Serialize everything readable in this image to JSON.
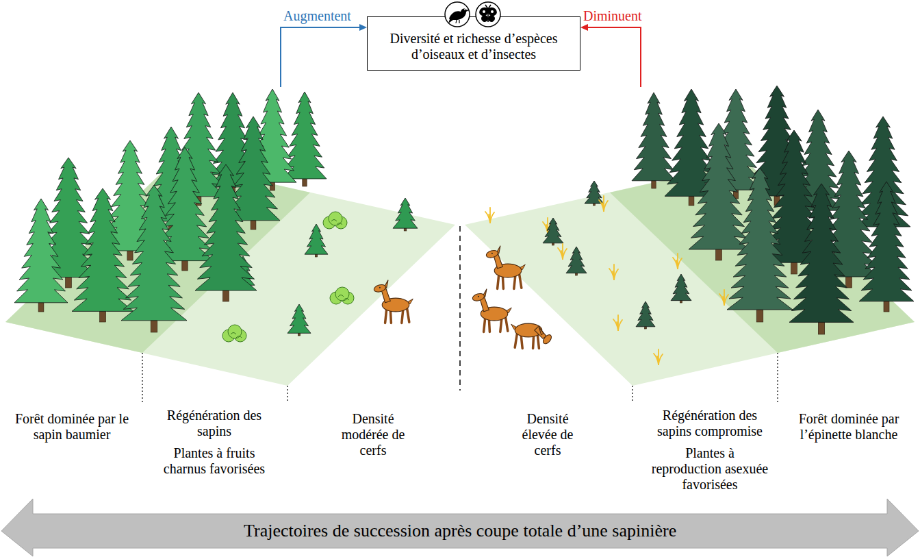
{
  "diagram": {
    "nodes": [
      {
        "text": [
          "Diversité et richesse d’espèces d’oiseaux et d’insectes"
        ]
      },
      {
        "text": [
          "Trajectoires de succession après coupe totale d’une sapinière"
        ]
      }
    ],
    "labels": [
      "Augmentent",
      "Diminuent",
      "Forêt dominée par le sapin baumier",
      "Régénération des sapins",
      "Plantes à fruits charnus favorisées",
      "Densité modérée de cerfs",
      "Densité élevée de cerfs",
      "Régénération des sapins compromise",
      "Plantes à reproduction asexuée favorisées",
      "Forêt dominée par l’épinette blanche"
    ]
  }
}
